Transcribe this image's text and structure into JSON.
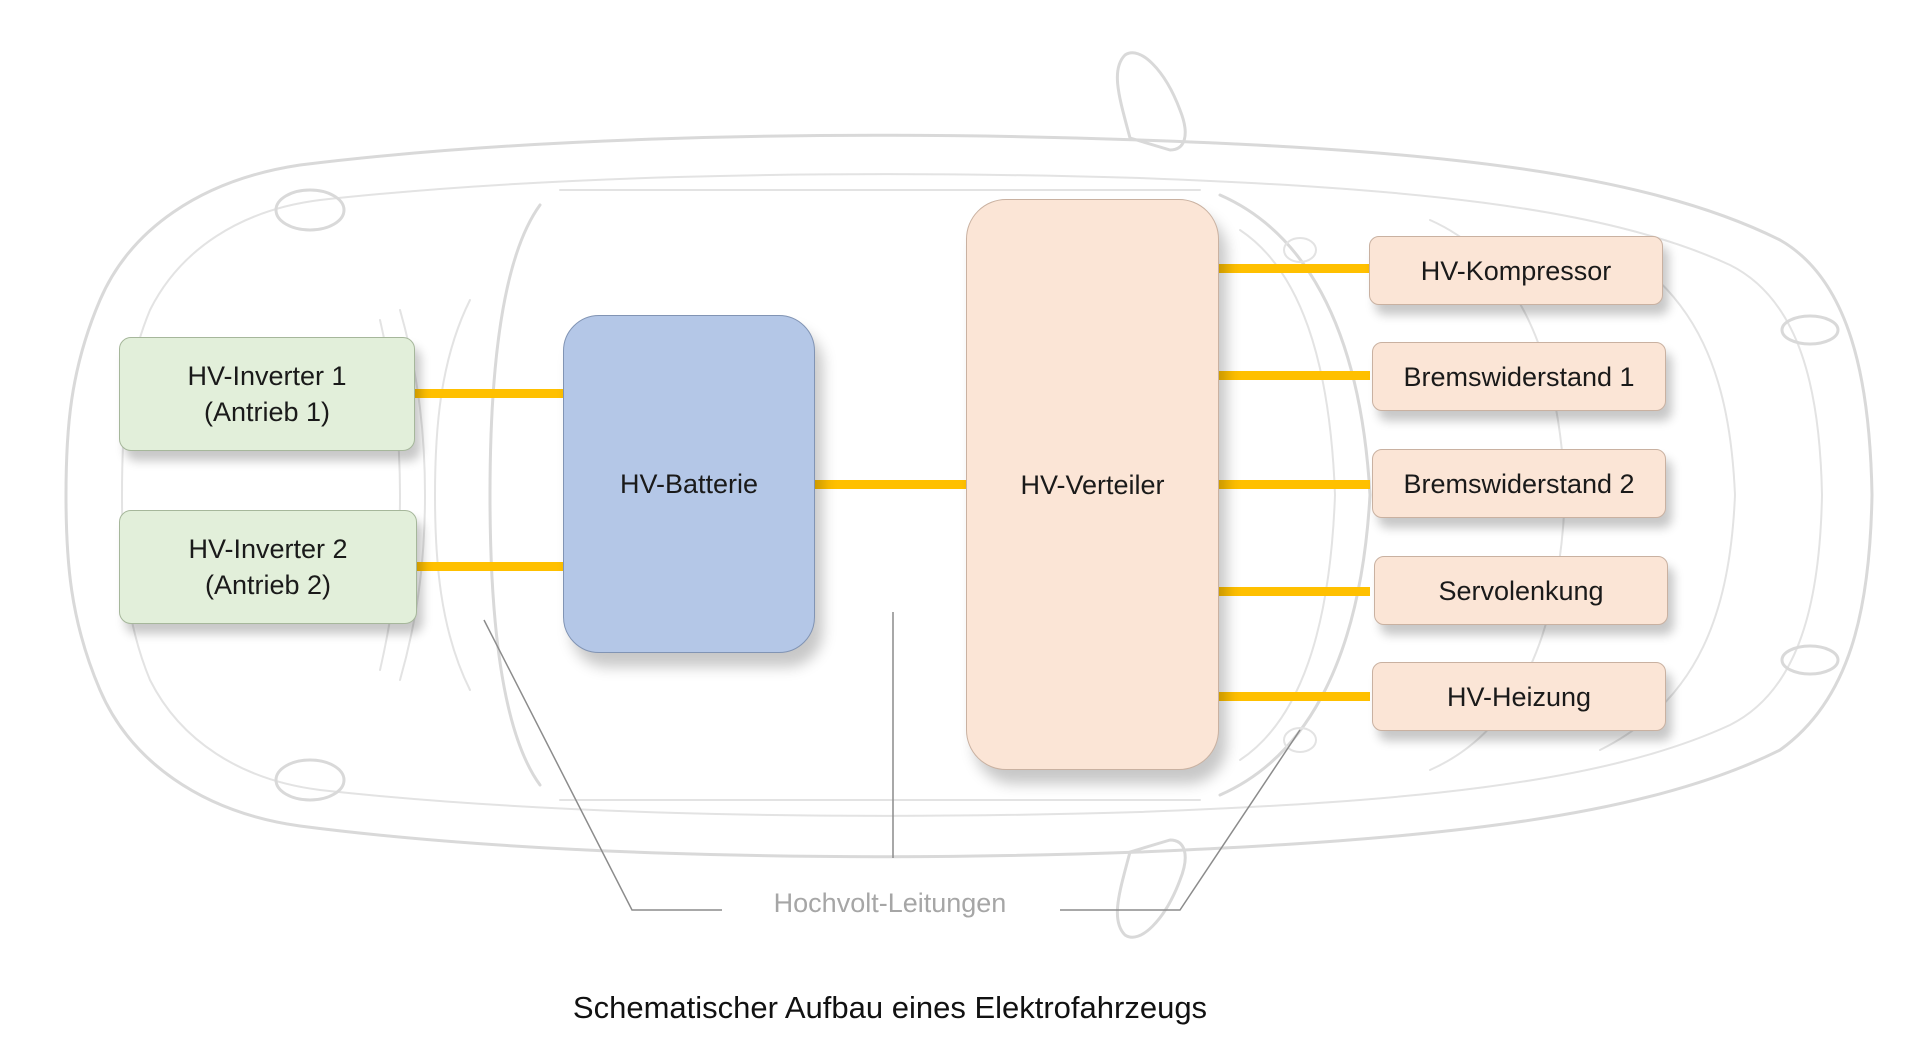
{
  "diagram": {
    "caption": "Schematischer Aufbau eines Elektrofahrzeugs",
    "callout_label": "Hochvolt-Leitungen",
    "nodes": {
      "inverter1": "HV-Inverter 1\n(Antrieb 1)",
      "inverter2": "HV-Inverter 2\n(Antrieb 2)",
      "battery": "HV-Batterie",
      "distributor": "HV-Verteiler",
      "compressor": "HV-Kompressor",
      "brake_resistor_1": "Bremswiderstand 1",
      "brake_resistor_2": "Bremswiderstand 2",
      "power_steering": "Servolenkung",
      "heater": "HV-Heizung"
    },
    "colors": {
      "cable": "#ffc000",
      "inverter_fill": "#e2efda",
      "battery_fill": "#b4c7e7",
      "distributor_fill": "#fbe5d6",
      "car_outline": "#d9d9d9",
      "callout_text": "#a6a6a6"
    }
  }
}
